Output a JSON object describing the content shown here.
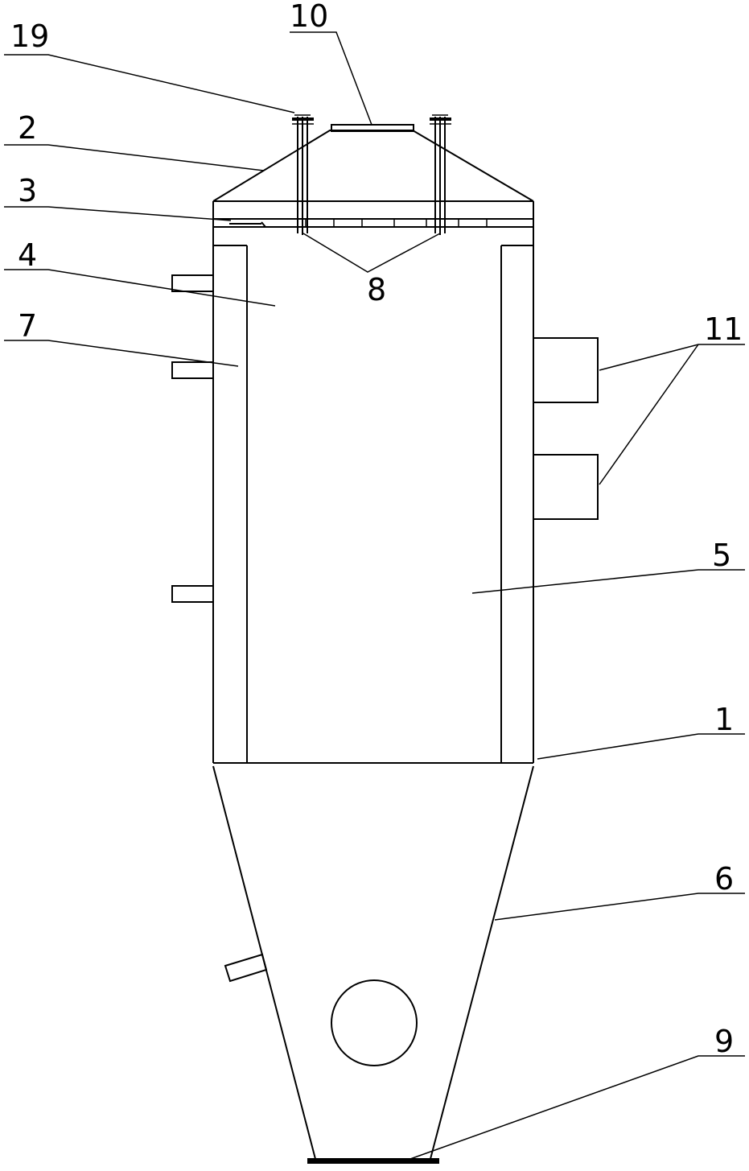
{
  "labels": {
    "l1": "1",
    "l2": "2",
    "l3": "3",
    "l4": "4",
    "l5": "5",
    "l6": "6",
    "l7": "7",
    "l8": "8",
    "l9": "9",
    "l10": "10",
    "l11": "11",
    "l19": "19"
  }
}
